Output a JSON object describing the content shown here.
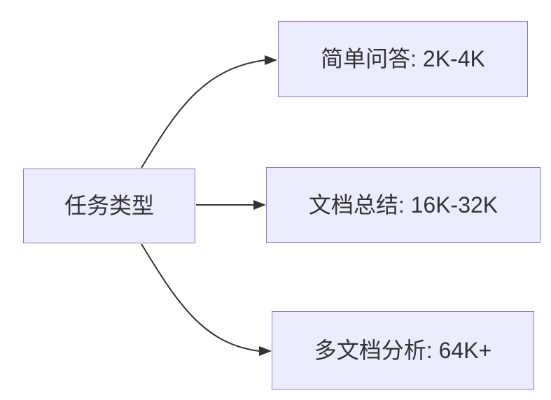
{
  "diagram": {
    "type": "flowchart-left-to-right",
    "root": {
      "id": "root",
      "label": "任务类型"
    },
    "branches": [
      {
        "id": "simple-qa",
        "label": "简单问答: 2K-4K"
      },
      {
        "id": "doc-summary",
        "label": "文档总结: 16K-32K"
      },
      {
        "id": "multi-doc",
        "label": "多文档分析: 64K+"
      }
    ],
    "edges": [
      {
        "from": "root",
        "to": "simple-qa"
      },
      {
        "from": "root",
        "to": "doc-summary"
      },
      {
        "from": "root",
        "to": "multi-doc"
      }
    ],
    "colors": {
      "node_fill": "#ECECFF",
      "node_border": "#9370DB",
      "edge_stroke": "#333333",
      "text": "#333333",
      "background": "#FFFFFF"
    }
  }
}
